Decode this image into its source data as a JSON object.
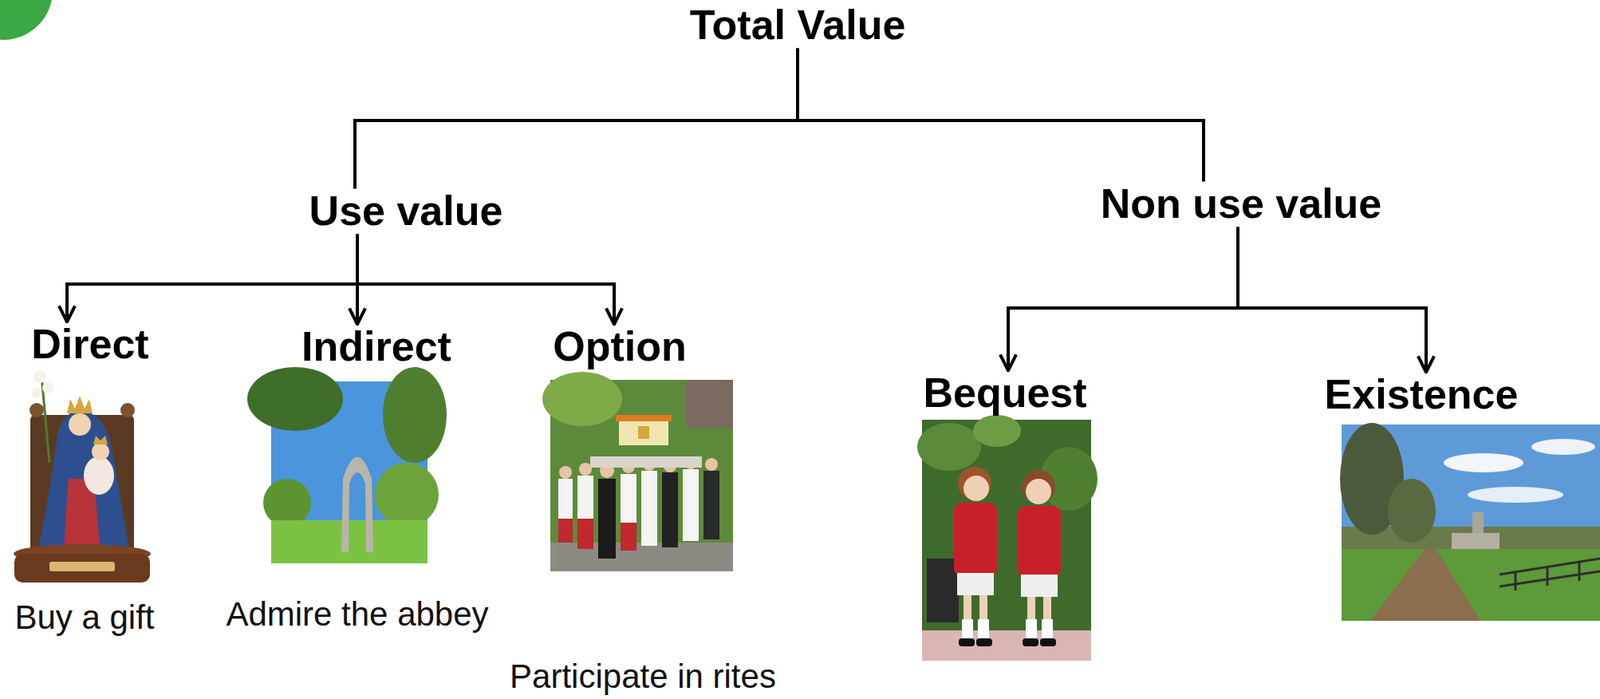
{
  "diagram": {
    "nodes": [
      {
        "text": [
          "Total Value"
        ]
      },
      {
        "text": [
          "Use value"
        ]
      },
      {
        "text": [
          "Non use value"
        ]
      },
      {
        "text": [
          "Direct"
        ]
      },
      {
        "text": [
          "Indirect"
        ]
      },
      {
        "text": [
          "Option"
        ]
      },
      {
        "text": [
          "Bequest"
        ]
      },
      {
        "text": [
          "Existence"
        ]
      }
    ],
    "edges": [
      {
        "from": 0,
        "to": 1,
        "arrow": "none"
      },
      {
        "from": 0,
        "to": 2,
        "arrow": "none"
      },
      {
        "from": 1,
        "to": 3,
        "arrow": "to"
      },
      {
        "from": 1,
        "to": 4,
        "arrow": "to"
      },
      {
        "from": 1,
        "to": 5,
        "arrow": "to"
      },
      {
        "from": 2,
        "to": 6,
        "arrow": "to"
      },
      {
        "from": 2,
        "to": 7,
        "arrow": "to"
      }
    ],
    "labels": [
      "Buy a gift",
      "Admire the abbey",
      "Participate in rites"
    ]
  }
}
